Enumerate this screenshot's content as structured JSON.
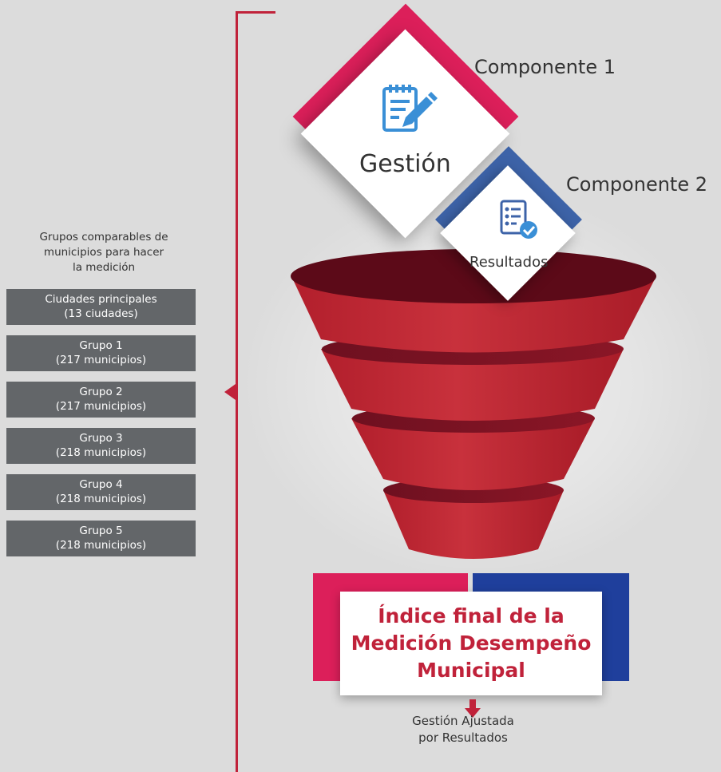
{
  "groups": {
    "title_lines": [
      "Grupos comparables de",
      "municipios para hacer",
      "la medición"
    ],
    "items": [
      {
        "name": "Ciudades principales",
        "count": "(13 ciudades)"
      },
      {
        "name": "Grupo 1",
        "count": "(217 municipios)"
      },
      {
        "name": "Grupo 2",
        "count": "(217 municipios)"
      },
      {
        "name": "Grupo 3",
        "count": "(218 municipios)"
      },
      {
        "name": "Grupo 4",
        "count": "(218 municipios)"
      },
      {
        "name": "Grupo 5",
        "count": "(218 municipios)"
      }
    ]
  },
  "component1": {
    "label": "Componente 1",
    "name": "Gestión",
    "icon": "document-edit-icon",
    "color": "#dc1f5a"
  },
  "component2": {
    "label": "Componente 2",
    "name": "Resultados",
    "icon": "checklist-icon",
    "color": "#3d63a8"
  },
  "index": {
    "title_lines": [
      "Índice final de la",
      "Medición Desempeño",
      "Municipal"
    ],
    "left_color": "#dc1f5a",
    "right_color": "#1f3f9c"
  },
  "result": {
    "lines": [
      "Gestión Ajustada",
      "por Resultados"
    ],
    "arrow_color": "#c0223a"
  },
  "colors": {
    "funnel_red": "#b82530",
    "funnel_dark": "#5c0a18",
    "bracket": "#c0223a",
    "group_box": "#636669"
  }
}
